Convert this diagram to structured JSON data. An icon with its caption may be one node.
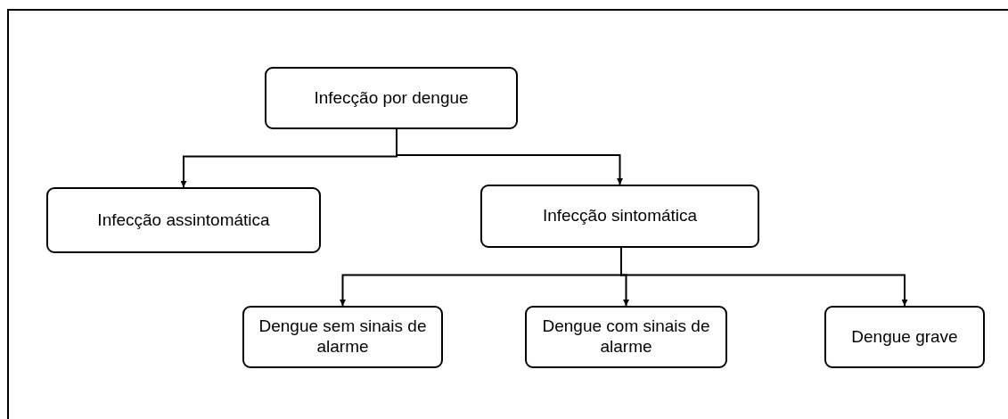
{
  "diagram": {
    "nodes": [
      {
        "text": [
          "Infecção por dengue"
        ]
      },
      {
        "text": [
          "Infecção assintomática"
        ]
      },
      {
        "text": [
          "Infecção sintomática"
        ]
      },
      {
        "text": [
          "Dengue sem sinais de alarme"
        ]
      },
      {
        "text": [
          "Dengue com sinais de alarme"
        ]
      },
      {
        "text": [
          "Dengue grave"
        ]
      }
    ],
    "edges": [
      {
        "from": 0,
        "to": 1,
        "arrow": "to"
      },
      {
        "from": 0,
        "to": 2,
        "arrow": "to"
      },
      {
        "from": 2,
        "to": 3,
        "arrow": "to"
      },
      {
        "from": 2,
        "to": 4,
        "arrow": "to"
      },
      {
        "from": 2,
        "to": 5,
        "arrow": "to"
      }
    ]
  }
}
